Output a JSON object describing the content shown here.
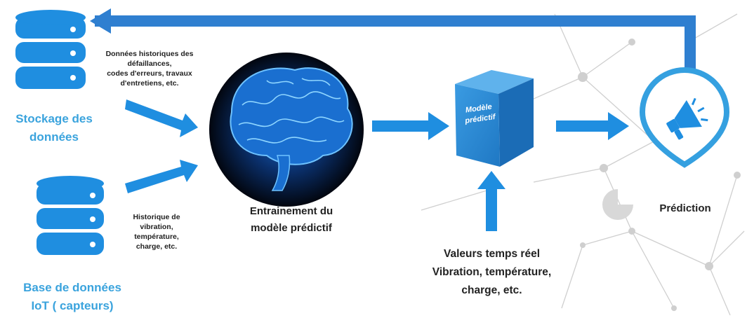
{
  "colors": {
    "accent": "#2f8fd3",
    "label_blue": "#3aa3dd",
    "arrow_blue": "#1f8ee0",
    "cube_blue": "#2a8bd6",
    "network_gray": "#c9c9c9"
  },
  "icons": {
    "storage_db": "database-icon",
    "iot_db": "database-icon",
    "brain": "brain-icon",
    "model": "cube-icon",
    "prediction": "megaphone-icon"
  },
  "storage": {
    "title_lines": [
      "Stockage des",
      "données"
    ],
    "note_lines": [
      "Données historiques des",
      "défaillances,",
      "codes d'erreurs, travaux",
      "d'entretiens, etc."
    ]
  },
  "iot": {
    "title_lines": [
      "Base de données",
      "IoT ( capteurs)"
    ],
    "note_lines": [
      "Historique de",
      "vibration,",
      "température,",
      "charge, etc."
    ]
  },
  "training": {
    "label_lines": [
      "Entrainement du",
      "modèle prédictif"
    ]
  },
  "model": {
    "label_lines": [
      "Modèle",
      "prédictif"
    ]
  },
  "realtime": {
    "label_lines": [
      "Valeurs temps réel",
      "Vibration, température,",
      "charge, etc."
    ]
  },
  "prediction": {
    "label": "Prédiction"
  }
}
